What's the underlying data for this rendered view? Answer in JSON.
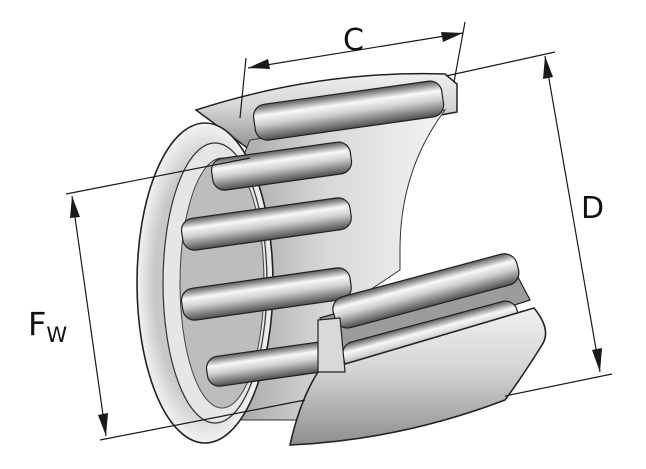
{
  "dimensions": {
    "width_label": "C",
    "outer_diameter_label": "D",
    "bore_label_main": "F",
    "bore_label_sub": "W"
  },
  "colors": {
    "line": "#1a1a1a",
    "steel_light": "#eeeeee",
    "steel_mid": "#b5b5b5",
    "steel_dark": "#6d6d6d",
    "background": "#ffffff"
  }
}
